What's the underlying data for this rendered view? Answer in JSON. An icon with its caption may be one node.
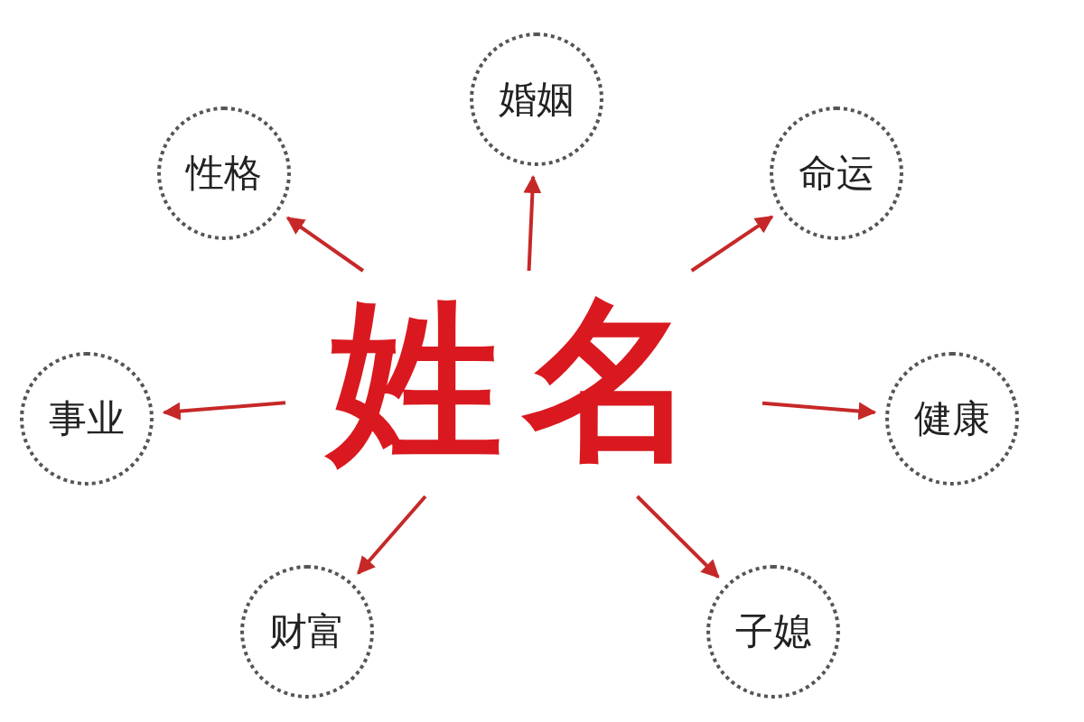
{
  "diagram": {
    "nodes": [
      {
        "text": [
          "婚姻"
        ]
      },
      {
        "text": [
          "性格"
        ]
      },
      {
        "text": [
          "命运"
        ]
      },
      {
        "text": [
          "姓名"
        ]
      },
      {
        "text": [
          "事业"
        ]
      },
      {
        "text": [
          "健康"
        ]
      },
      {
        "text": [
          "财富"
        ]
      },
      {
        "text": [
          "子媳"
        ]
      }
    ],
    "edges": [
      {
        "from": 3,
        "to": 0,
        "arrow": "to"
      },
      {
        "from": 3,
        "to": 1,
        "arrow": "to"
      },
      {
        "from": 3,
        "to": 2,
        "arrow": "to"
      },
      {
        "from": 3,
        "to": 4,
        "arrow": "to"
      },
      {
        "from": 3,
        "to": 5,
        "arrow": "to"
      },
      {
        "from": 3,
        "to": 6,
        "arrow": "to"
      },
      {
        "from": 3,
        "to": 7,
        "arrow": "to"
      }
    ]
  }
}
